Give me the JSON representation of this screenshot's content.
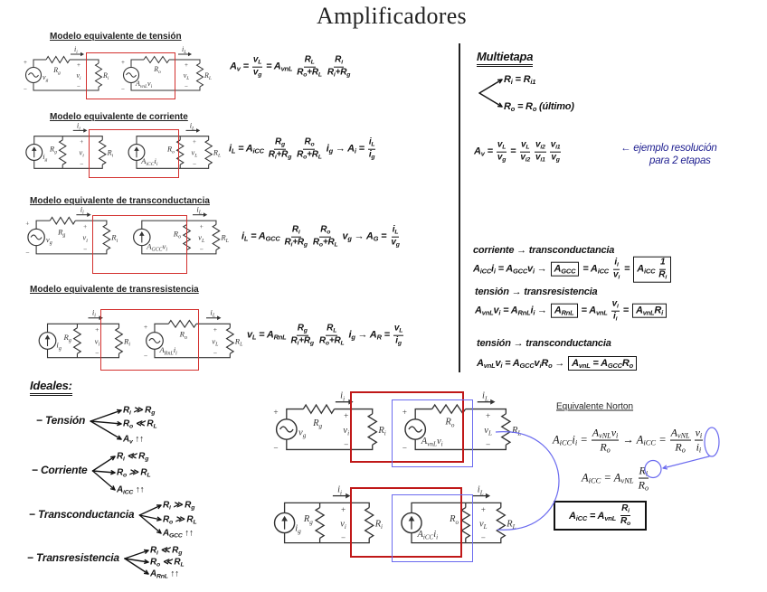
{
  "page": {
    "title": "Amplificadores"
  },
  "colors": {
    "red_box": "#d3302e",
    "blue_annotation": "#6b6bef",
    "ink": "#141414",
    "blue_ink": "#1d1d8f"
  },
  "models": [
    {
      "heading": "Modelo equivalente de tensión",
      "input_source": "voltage",
      "output_source": "voltage",
      "labels": {
        "source_in": "v_{g}",
        "rg": "R_{g}",
        "ii": "i_{i}",
        "vi": "v_{i}",
        "ri": "R_{i}",
        "ro": "R_{o}",
        "dependent_source": "A_{vnL}v_{i}",
        "il": "i_{L}",
        "vl": "v_{L}",
        "rl": "R_{L}",
        "plus": "+",
        "minus": "−"
      },
      "formula": [
        "A_{v} =",
        {
          "n": "v_{L}",
          "d": "v_{g}"
        },
        "= A_{vnL}",
        {
          "n": "R_{L}",
          "d": "R_{o}+R_{L}"
        },
        {
          "n": "R_{i}",
          "d": "R_{i}+R_{g}"
        }
      ]
    },
    {
      "heading": "Modelo equivalente de corriente",
      "input_source": "current",
      "output_source": "current",
      "labels": {
        "source_in": "i_{g}",
        "rg": "R_{g}",
        "ii": "i_{i}",
        "vi": "v_{i}",
        "ri": "R_{i}",
        "ro": "R_{o}",
        "dependent_source": "A_{iCC}i_{i}",
        "il": "i_{L}",
        "vl": "v_{L}",
        "rl": "R_{L}",
        "plus": "+",
        "minus": "−"
      },
      "formula": [
        "i_{L} = A_{iCC}",
        {
          "n": "R_{g}",
          "d": "R_{i}+R_{g}"
        },
        {
          "n": "R_{o}",
          "d": "R_{o}+R_{L}"
        },
        "i_{g} → A_{i} =",
        {
          "n": "i_{L}",
          "d": "i_{g}"
        }
      ]
    },
    {
      "heading": "Modelo equivalente de transconductancia",
      "input_source": "voltage",
      "output_source": "current",
      "labels": {
        "source_in": "v_{g}",
        "rg": "R_{g}",
        "ii": "i_{i}",
        "vi": "v_{i}",
        "ri": "R_{i}",
        "ro": "R_{o}",
        "dependent_source": "A_{GCC}v_{i}",
        "il": "i_{L}",
        "vl": "v_{L}",
        "rl": "R_{L}",
        "plus": "+",
        "minus": "−"
      },
      "formula": [
        "i_{L} = A_{GCC}",
        {
          "n": "R_{i}",
          "d": "R_{i}+R_{g}"
        },
        {
          "n": "R_{o}",
          "d": "R_{o}+R_{L}"
        },
        "v_{g} → A_{G} =",
        {
          "n": "i_{L}",
          "d": "v_{g}"
        }
      ]
    },
    {
      "heading": "Modelo equivalente de transresistencia",
      "input_source": "current",
      "output_source": "voltage",
      "labels": {
        "source_in": "i_{g}",
        "rg": "R_{g}",
        "ii": "i_{i}",
        "vi": "v_{i}",
        "ri": "R_{i}",
        "ro": "R_{o}",
        "dependent_source": "A_{RnL}i_{i}",
        "il": "i_{L}",
        "vl": "v_{L}",
        "rl": "R_{L}",
        "plus": "+",
        "minus": "−"
      },
      "formula": [
        "v_{L} = A_{RnL}",
        {
          "n": "R_{g}",
          "d": "R_{i}+R_{g}"
        },
        {
          "n": "R_{L}",
          "d": "R_{o}+R_{L}"
        },
        "i_{g} → A_{R} =",
        {
          "n": "v_{L}",
          "d": "i_{g}"
        }
      ]
    }
  ],
  "multietapa": {
    "title": "Multietapa",
    "branches": [
      "R_{i} = R_{i1}",
      "R_{o} = R_{o} (último)"
    ],
    "formula": [
      "A_{v} =",
      {
        "n": "v_{L}",
        "d": "v_{g}"
      },
      "=",
      {
        "n": "v_{L}",
        "d": "v_{i2}"
      },
      {
        "n": "v_{i2}",
        "d": "v_{i1}"
      },
      {
        "n": "v_{i1}",
        "d": "v_{g}"
      }
    ],
    "note": [
      "← ejemplo resolución",
      "para 2 etapas"
    ]
  },
  "conversions": [
    {
      "heading": "corriente → transconductancia",
      "formula": [
        "A_{iCC}i_{i} = A_{GCC}v_{i} →",
        {
          "box": [
            "A_{GCC}"
          ]
        },
        "= A_{iCC}",
        {
          "n": "i_{i}",
          "d": "v_{i}"
        },
        "=",
        {
          "box": [
            "A_{iCC}",
            {
              "n": "1",
              "d": "R_{i}"
            }
          ]
        }
      ]
    },
    {
      "heading": "tensión → transresistencia",
      "formula": [
        "A_{vnL}v_{i} = A_{RnL}i_{i} →",
        {
          "box": [
            "A_{RnL}"
          ]
        },
        "= A_{vnL}",
        {
          "n": "v_{i}",
          "d": "i_{i}"
        },
        "=",
        {
          "box": [
            "A_{vnL}R_{i}"
          ]
        }
      ]
    },
    {
      "heading": "tensión → transconductancia",
      "formula": [
        "A_{vnL}v_{i} = A_{GCC}v_{i}R_{o} →",
        {
          "box": [
            "A_{vnL} = A_{GCC}R_{o}"
          ]
        }
      ]
    }
  ],
  "ideales": {
    "title": "Ideales:",
    "groups": [
      {
        "label": "− Tensión",
        "items": [
          "R_{i} ≫ R_{g}",
          "R_{o} ≪ R_{L}",
          "A_{v} ↑↑"
        ]
      },
      {
        "label": "− Corriente",
        "items": [
          "R_{i} ≪ R_{g}",
          "R_{o} ≫ R_{L}",
          "A_{iCC} ↑↑"
        ]
      },
      {
        "label": "− Transconductancia",
        "items": [
          "R_{i} ≫ R_{g}",
          "R_{o} ≫ R_{L}",
          "A_{GCC} ↑↑"
        ]
      },
      {
        "label": "− Transresistencia",
        "items": [
          "R_{i} ≪ R_{g}",
          "R_{o} ≪ R_{L}",
          "A_{RnL} ↑↑"
        ]
      }
    ]
  },
  "conversion_example": {
    "circuits": [
      {
        "input_source": "voltage",
        "output_source": "voltage",
        "labels": {
          "source_in": "v_{g}",
          "rg": "R_{g}",
          "ii": "i_{i}",
          "vi": "v_{i}",
          "ri": "R_{i}",
          "ro": "R_{o}",
          "dependent_source": "A_{vnL}v_{i}",
          "il": "i_{L}",
          "vl": "v_{L}",
          "rl": "R_{L}",
          "plus": "+",
          "minus": "−"
        }
      },
      {
        "input_source": "current",
        "output_source": "current",
        "labels": {
          "source_in": "i_{g}",
          "rg": "R_{g}",
          "ii": "i_{i}",
          "vi": "v_{i}",
          "ri": "R_{i}",
          "ro": "R_{o}",
          "dependent_source": "A_{iCC}i_{i}",
          "il": "i_{L}",
          "vl": "v_{L}",
          "rl": "R_{L}",
          "plus": "+",
          "minus": "−"
        }
      }
    ]
  },
  "norton": {
    "heading": "Equivalente Norton",
    "eq1": [
      "A_{iCC}i_{i} =",
      {
        "n": "A_{vNL}v_{i}",
        "d": "R_{o}"
      },
      "→ A_{iCC} =",
      {
        "n": "A_{vNL}",
        "d": "R_{o}"
      },
      {
        "n": "v_{i}",
        "d": "i_{i}"
      }
    ],
    "eq2": [
      "A_{iCC} = A_{vNL}",
      {
        "n": "R_{i}",
        "d": "R_{o}"
      }
    ],
    "boxed": [
      "A_{iCC} = A_{vnL}",
      {
        "n": "R_{i}",
        "d": "R_{o}"
      }
    ]
  }
}
